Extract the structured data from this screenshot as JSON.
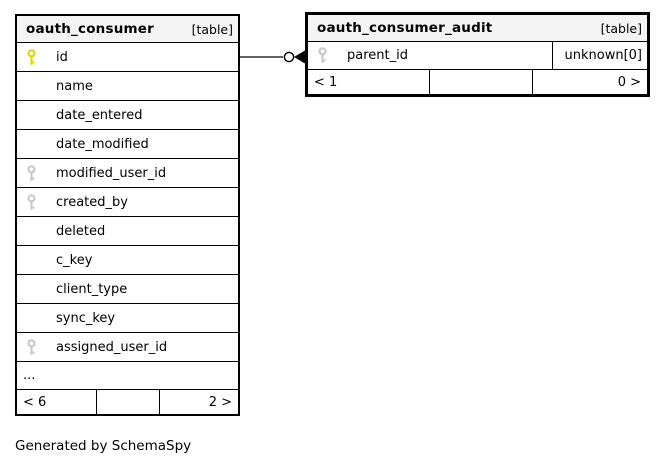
{
  "diagram": {
    "tables": [
      {
        "id": "oauth_consumer",
        "title": "oauth_consumer",
        "type_label": "[table]",
        "columns": [
          {
            "name": "id",
            "key": "primary"
          },
          {
            "name": "name",
            "key": "none"
          },
          {
            "name": "date_entered",
            "key": "none"
          },
          {
            "name": "date_modified",
            "key": "none"
          },
          {
            "name": "modified_user_id",
            "key": "index"
          },
          {
            "name": "created_by",
            "key": "index"
          },
          {
            "name": "deleted",
            "key": "none"
          },
          {
            "name": "c_key",
            "key": "none"
          },
          {
            "name": "client_type",
            "key": "none"
          },
          {
            "name": "sync_key",
            "key": "none"
          },
          {
            "name": "assigned_user_id",
            "key": "index"
          }
        ],
        "truncation_indicator": "...",
        "footer": {
          "left": "< 6",
          "middle": "",
          "right": "2 >"
        }
      },
      {
        "id": "oauth_consumer_audit",
        "title": "oauth_consumer_audit",
        "type_label": "[table]",
        "columns": [
          {
            "name": "parent_id",
            "key": "index",
            "type_note": "unknown[0]"
          }
        ],
        "footer": {
          "left": "< 1",
          "middle": "",
          "right": "0 >"
        }
      }
    ],
    "relationship": {
      "from_table": "oauth_consumer",
      "from_column": "id",
      "to_table": "oauth_consumer_audit",
      "to_column": "parent_id",
      "notation": "zero-or-many: open circle with filled crow's-foot arrow at child table"
    },
    "caption": "Generated by SchemaSpy",
    "colors": {
      "primary_key_icon": "#dcdc00",
      "index_key_icon": "#c9c9c9",
      "table_header_bg": "#f4f4f4",
      "border": "#000000",
      "background": "#ffffff"
    }
  }
}
